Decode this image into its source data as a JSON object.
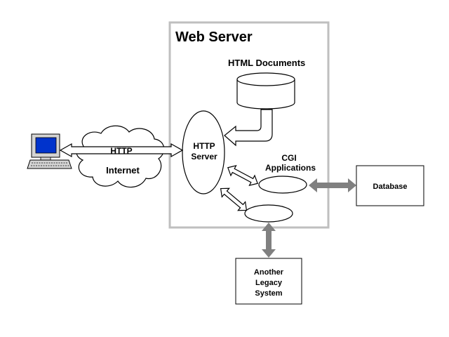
{
  "web_server": {
    "title": "Web Server"
  },
  "html_documents": {
    "label": "HTML Documents"
  },
  "http_link": {
    "label": "HTTP"
  },
  "internet": {
    "label": "Internet"
  },
  "http_server": {
    "line1": "HTTP",
    "line2": "Server"
  },
  "cgi": {
    "line1": "CGI",
    "line2": "Applications"
  },
  "database": {
    "label": "Database"
  },
  "legacy": {
    "line1": "Another",
    "line2": "Legacy",
    "line3": "System"
  },
  "colors": {
    "server_border": "#bfbfbf",
    "gray_arrow": "#808080",
    "monitor_screen": "#0033cc",
    "computer_body": "#d4d4d4"
  },
  "icons": {
    "client": "computer-icon"
  }
}
